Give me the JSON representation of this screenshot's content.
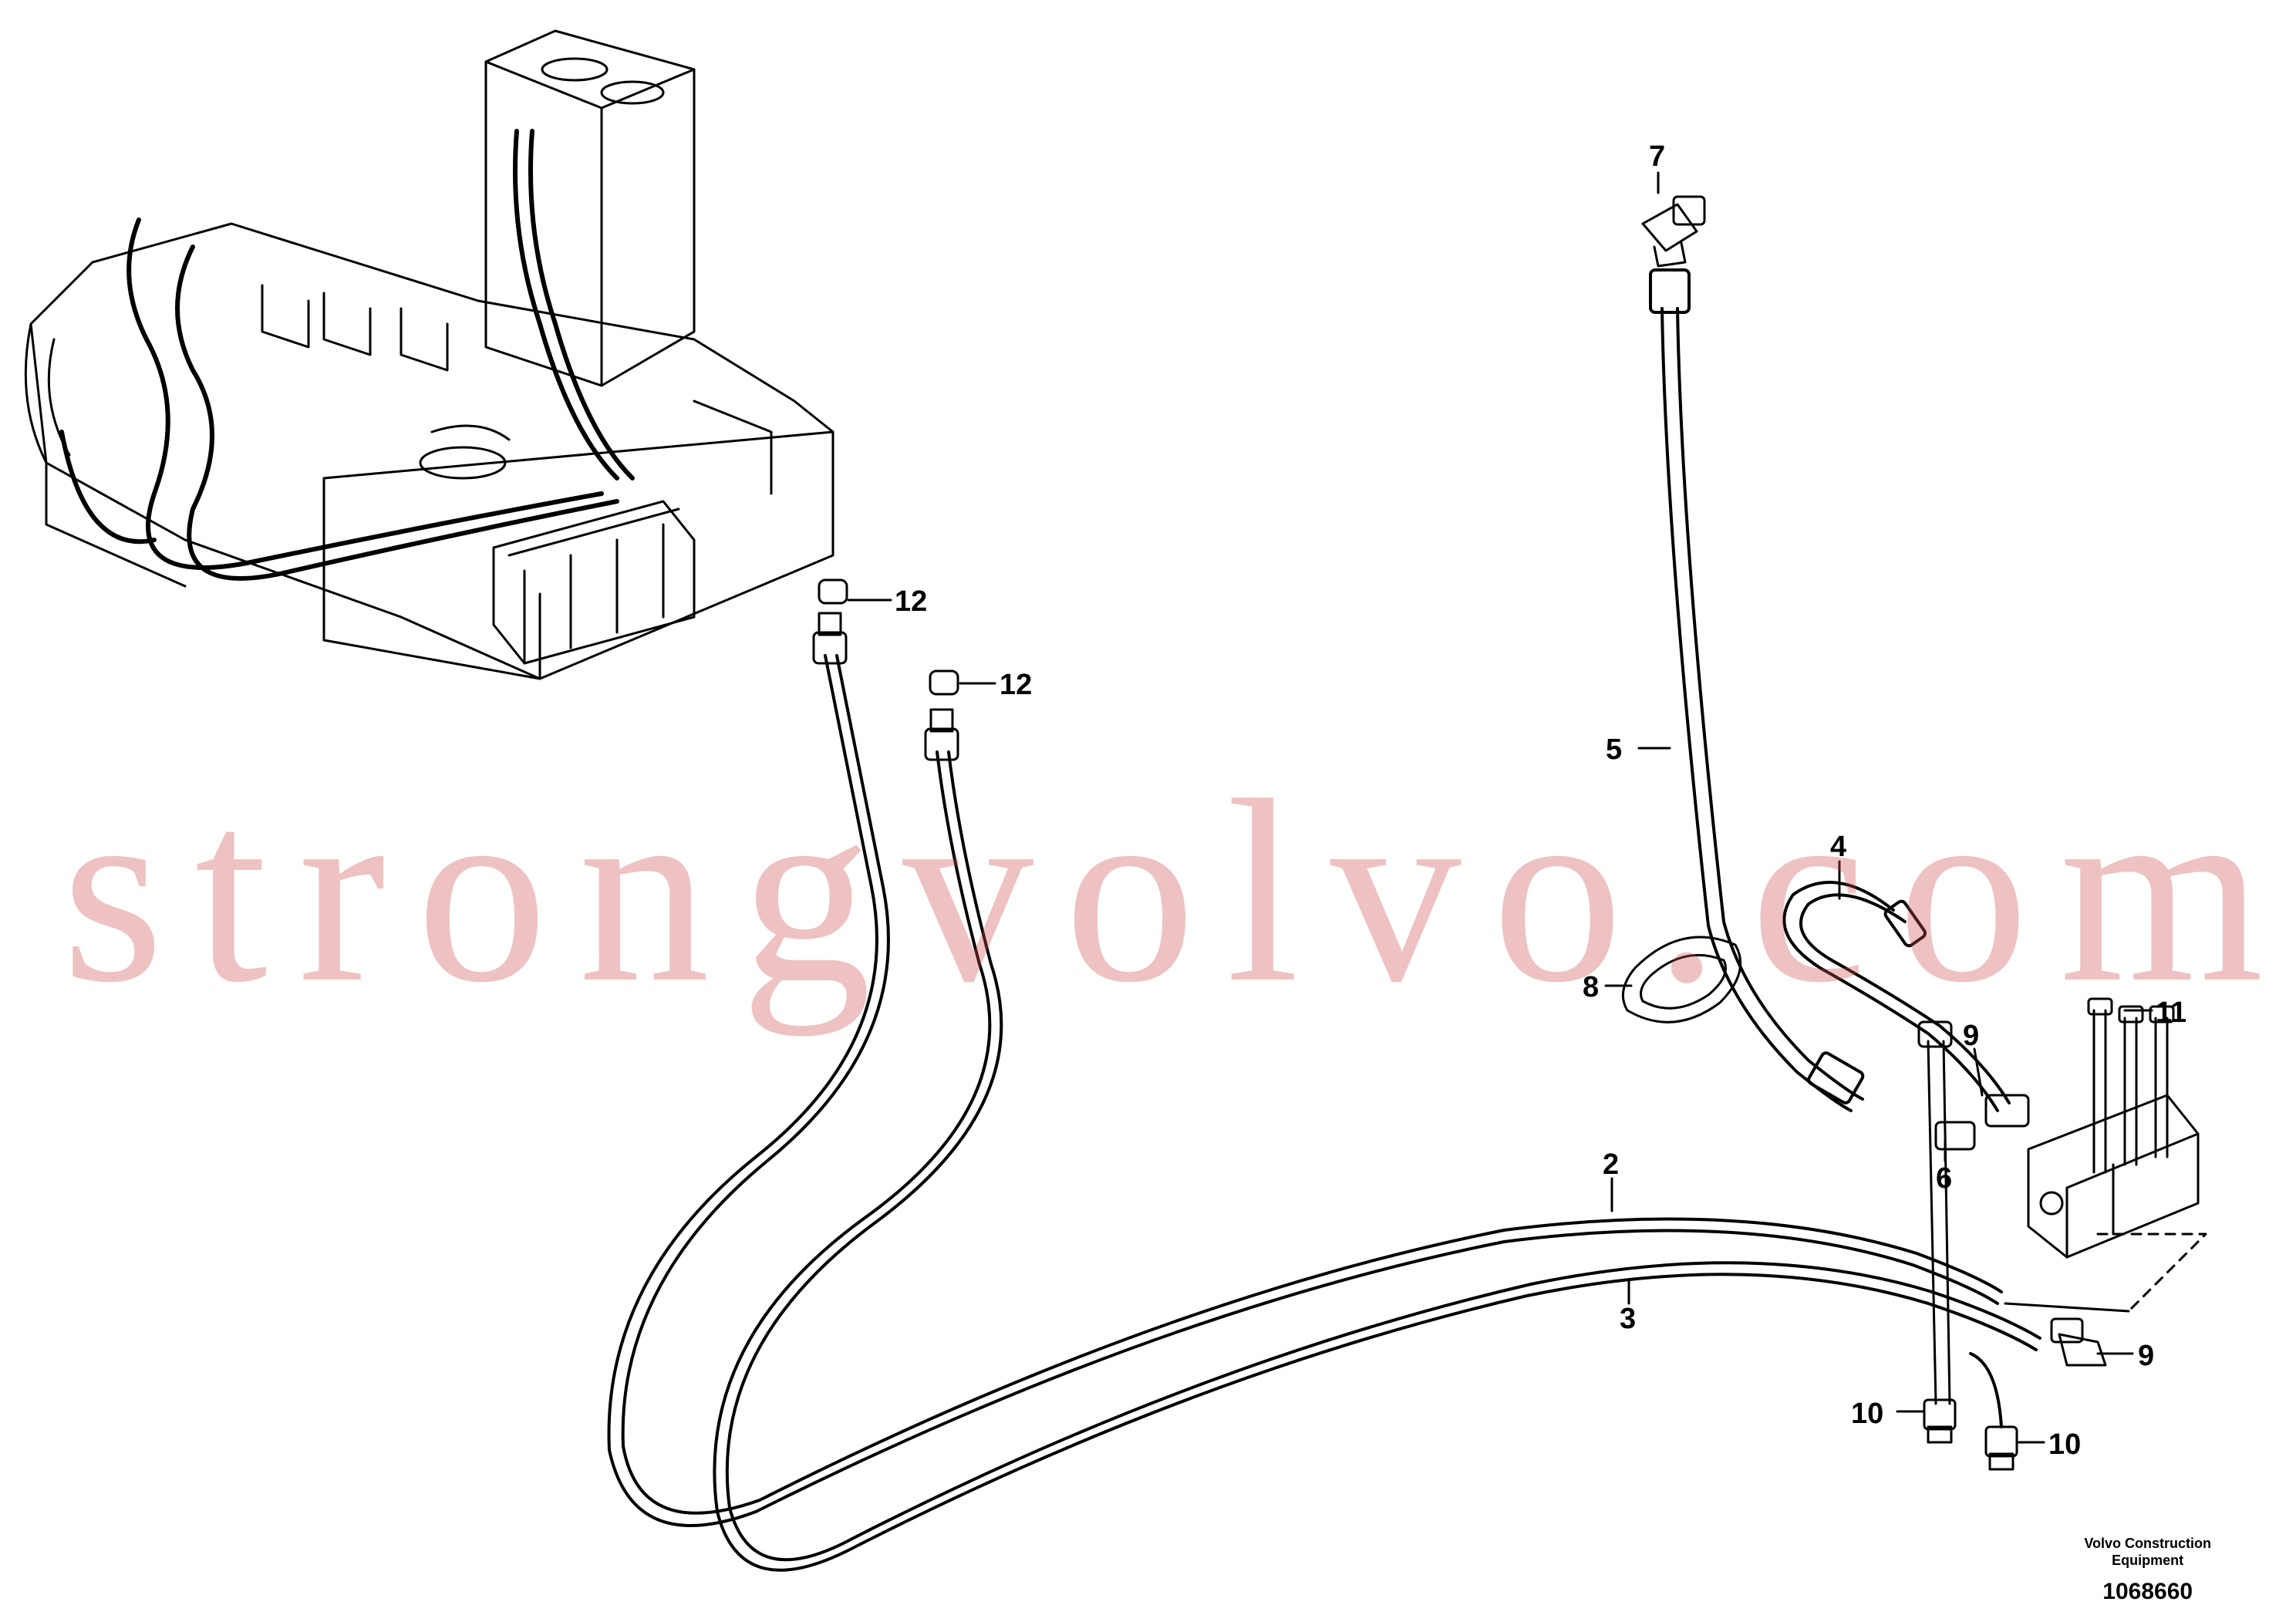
{
  "callouts": {
    "c2": "2",
    "c3": "3",
    "c4": "4",
    "c5": "5",
    "c6": "6",
    "c7": "7",
    "c8": "8",
    "c9a": "9",
    "c9b": "9",
    "c10a": "10",
    "c10b": "10",
    "c11": "11",
    "c12a": "12",
    "c12b": "12"
  },
  "caption": {
    "line1": "Volvo Construction",
    "line2": "Equipment",
    "number": "1068660"
  },
  "watermark": "strongvolvo.com"
}
